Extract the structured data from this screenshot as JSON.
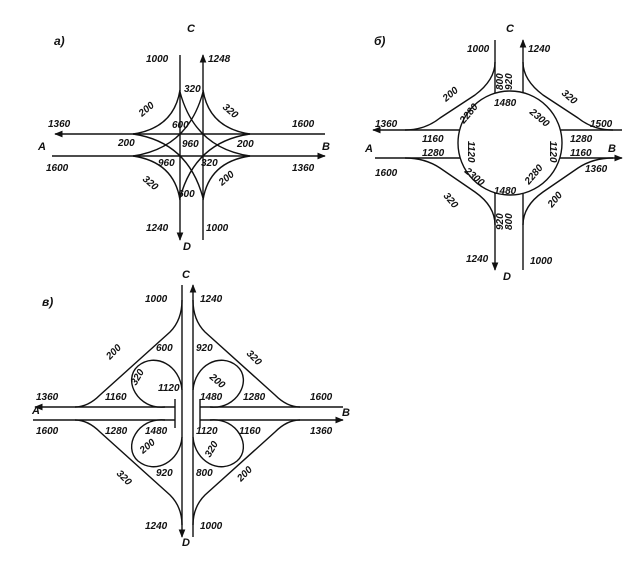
{
  "diagram_a": {
    "title": "а)",
    "nodes": {
      "A": "A",
      "B": "B",
      "C": "C",
      "D": "D"
    },
    "flows": [
      "1000",
      "1248",
      "320",
      "200",
      "320",
      "600",
      "1360",
      "1600",
      "200",
      "960",
      "200",
      "960",
      "320",
      "1600",
      "1360",
      "320",
      "200",
      "600",
      "1240",
      "1000"
    ]
  },
  "diagram_b": {
    "title": "б)",
    "nodes": {
      "A": "A",
      "B": "B",
      "C": "C",
      "D": "D"
    },
    "flows": [
      "1000",
      "1240",
      "800",
      "920",
      "200",
      "320",
      "1480",
      "2280",
      "2300",
      "1360",
      "1500",
      "1160",
      "1280",
      "1120",
      "1120",
      "1280",
      "1160",
      "1360",
      "1600",
      "2300",
      "2280",
      "1480",
      "320",
      "200",
      "920",
      "800",
      "1240",
      "1000"
    ]
  },
  "diagram_c": {
    "title": "в)",
    "nodes": {
      "A": "A",
      "B": "B",
      "C": "C",
      "D": "D"
    },
    "flows": [
      "1000",
      "1240",
      "200",
      "600",
      "920",
      "320",
      "320",
      "1120",
      "200",
      "1360",
      "1160",
      "1480",
      "1280",
      "1600",
      "1600",
      "1280",
      "1480",
      "1120",
      "1160",
      "1360",
      "200",
      "320",
      "320",
      "920",
      "800",
      "200",
      "1240",
      "1000"
    ]
  }
}
